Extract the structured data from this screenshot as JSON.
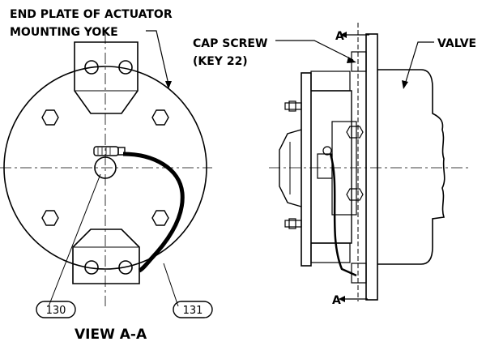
{
  "labels": {
    "end_plate_line1": "END PLATE OF ACTUATOR",
    "end_plate_line2": "MOUNTING YOKE",
    "cap_screw_line1": "CAP SCREW",
    "cap_screw_line2": "(KEY 22)",
    "valve": "VALVE",
    "section_top": "A",
    "section_bottom": "A",
    "callout_130": "130",
    "callout_131": "131",
    "view_title": "VIEW A-A"
  }
}
